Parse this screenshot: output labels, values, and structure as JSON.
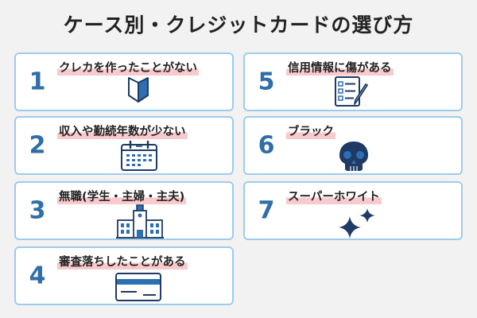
{
  "title": "ケース別・クレジットカードの選び方",
  "cases": [
    {
      "number": "1",
      "label": "クレカを作ったことがない",
      "icon": "beginner-mark-icon"
    },
    {
      "number": "2",
      "label": "収入や勤続年数が少ない",
      "icon": "calendar-icon"
    },
    {
      "number": "3",
      "label": "無職(学生・主婦・主夫)",
      "icon": "school-building-icon"
    },
    {
      "number": "4",
      "label": "審査落ちしたことがある",
      "icon": "credit-card-icon"
    },
    {
      "number": "5",
      "label": "信用情報に傷がある",
      "icon": "checklist-clipboard-icon"
    },
    {
      "number": "6",
      "label": "ブラック",
      "icon": "skull-icon"
    },
    {
      "number": "7",
      "label": "スーパーホワイト",
      "icon": "sparkle-icon"
    }
  ],
  "colors": {
    "number": "#2f6ea8",
    "border": "#9ecbec",
    "highlight": "#f8c9cd",
    "icon_navy": "#1f3a64",
    "icon_blue": "#2c6fb3"
  }
}
